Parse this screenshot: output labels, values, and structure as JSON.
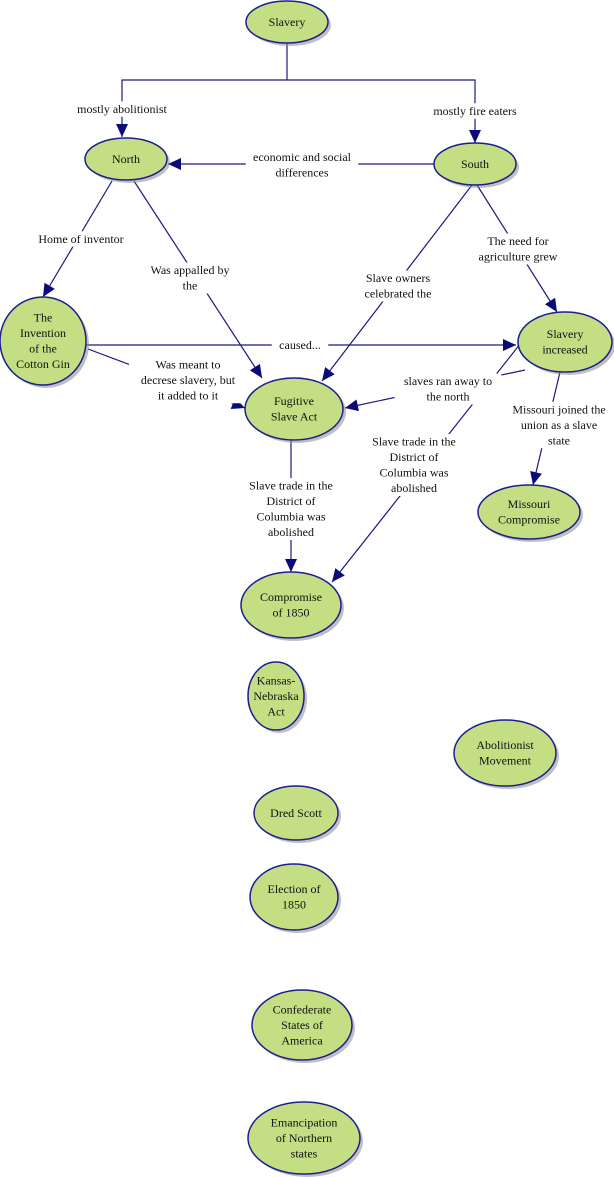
{
  "title": "Slavery concept map",
  "colors": {
    "node_fill": "#c3de83",
    "node_stroke": "#1e1e8c",
    "edge": "#1a1a80",
    "text": "#111111"
  },
  "nodes": [
    {
      "id": "slavery",
      "label": [
        "Slavery"
      ]
    },
    {
      "id": "north",
      "label": [
        "North"
      ]
    },
    {
      "id": "south",
      "label": [
        "South"
      ]
    },
    {
      "id": "cotton-gin",
      "label": [
        "The",
        "Invention",
        "of the",
        "Cotton Gin"
      ]
    },
    {
      "id": "fugitive-slave-act",
      "label": [
        "Fugitive",
        "Slave Act"
      ]
    },
    {
      "id": "slavery-increased",
      "label": [
        "Slavery",
        "increased"
      ]
    },
    {
      "id": "missouri-compromise",
      "label": [
        "Missouri",
        "Compromise"
      ]
    },
    {
      "id": "compromise-1850",
      "label": [
        "Compromise",
        "of 1850"
      ]
    },
    {
      "id": "kansas-nebraska",
      "label": [
        "Kansas-",
        "Nebraska",
        "Act"
      ]
    },
    {
      "id": "abolitionist-movement",
      "label": [
        "Abolitionist",
        "Movement"
      ]
    },
    {
      "id": "dred-scott",
      "label": [
        "Dred Scott"
      ]
    },
    {
      "id": "election-1850",
      "label": [
        "Election of",
        "1850"
      ]
    },
    {
      "id": "confederate-states",
      "label": [
        "Confederate",
        "States of",
        "America"
      ]
    },
    {
      "id": "emancipation-northern",
      "label": [
        "Emancipation",
        "of Northern",
        "states"
      ]
    }
  ],
  "edges": [
    {
      "from": "slavery",
      "to": "north",
      "label": [
        "mostly abolitionist"
      ]
    },
    {
      "from": "slavery",
      "to": "south",
      "label": [
        "mostly fire eaters"
      ]
    },
    {
      "from": "south",
      "to": "north",
      "label": [
        "economic and social",
        "differences"
      ]
    },
    {
      "from": "north",
      "to": "cotton-gin",
      "label": [
        "Home of inventor"
      ]
    },
    {
      "from": "north",
      "to": "fugitive-slave-act",
      "label": [
        "Was appalled by",
        "the"
      ]
    },
    {
      "from": "south",
      "to": "fugitive-slave-act",
      "label": [
        "Slave owners",
        "celebrated the"
      ]
    },
    {
      "from": "south",
      "to": "slavery-increased",
      "label": [
        "The need for",
        "agriculture grew"
      ]
    },
    {
      "from": "cotton-gin",
      "to": "slavery-increased",
      "label": [
        "caused..."
      ]
    },
    {
      "from": "cotton-gin",
      "to": "fugitive-slave-act",
      "label": [
        "Was meant to",
        "decrese slavery, but",
        "it added to it"
      ]
    },
    {
      "from": "slavery-increased",
      "to": "fugitive-slave-act",
      "label": [
        "slaves ran away to",
        "the north"
      ]
    },
    {
      "from": "slavery-increased",
      "to": "missouri-compromise",
      "label": [
        "Missouri joined the",
        "union as a slave",
        "state"
      ]
    },
    {
      "from": "fugitive-slave-act",
      "to": "compromise-1850",
      "label": [
        "Slave trade in the",
        "District of",
        "Columbia was",
        "abolished"
      ]
    },
    {
      "from": "slavery-increased",
      "to": "compromise-1850",
      "label": [
        "Slave trade in the",
        "District of",
        "Columbia was",
        "abolished"
      ]
    }
  ]
}
